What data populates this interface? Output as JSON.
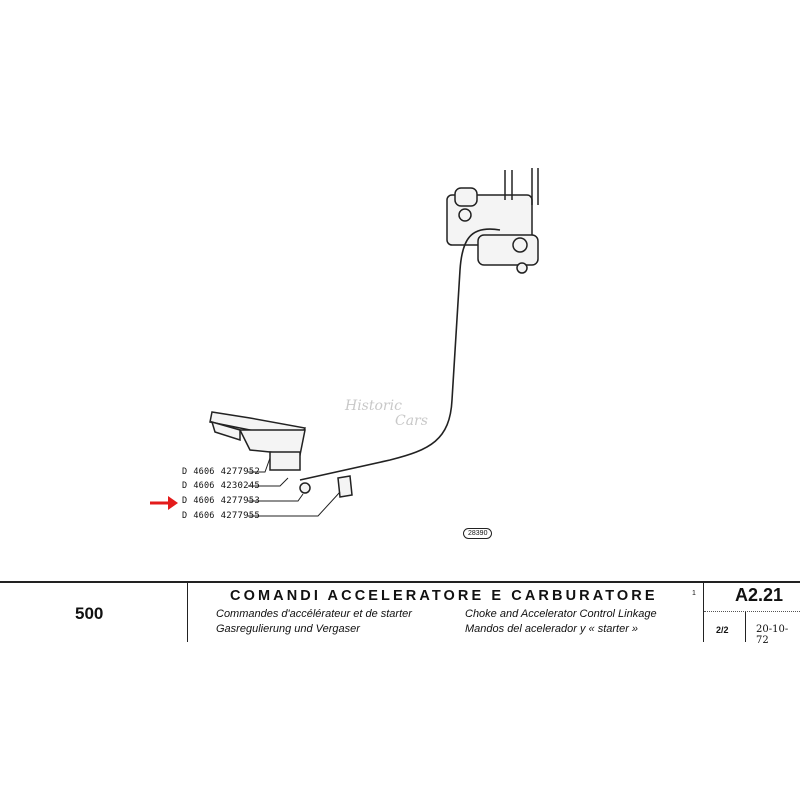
{
  "diagram": {
    "figure_number": "28390",
    "watermark": "Historic Cars",
    "parts": [
      {
        "prefix": "D",
        "group": "4606",
        "number": "4277952"
      },
      {
        "prefix": "D",
        "group": "4606",
        "number": "4230245"
      },
      {
        "prefix": "D",
        "group": "4606",
        "number": "4277953",
        "highlighted": true
      },
      {
        "prefix": "D",
        "group": "4606",
        "number": "4277955"
      }
    ],
    "highlight_color": "#e31b1b"
  },
  "footer": {
    "model": "500",
    "title": "COMANDI ACCELERATORE E CARBURATORE",
    "subtitle_fr": "Commandes d'accélérateur et de starter",
    "subtitle_de": "Gasregulierung und Vergaser",
    "subtitle_en": "Choke and Accelerator Control Linkage",
    "subtitle_es": "Mandos del acelerador y « starter »",
    "mark": "1",
    "code": "A2.21",
    "sheet": "2/2",
    "date": "20-10-72"
  }
}
